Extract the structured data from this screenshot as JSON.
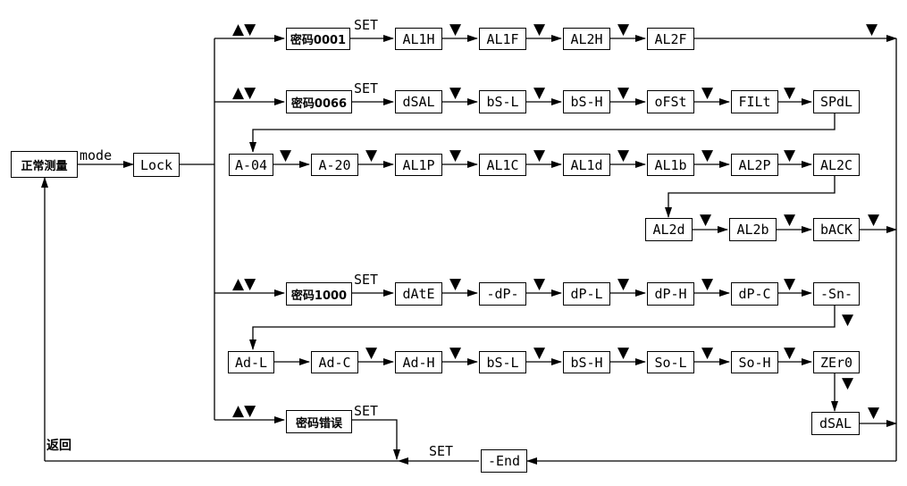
{
  "keys": {
    "updown": "▲▼",
    "down": "▼",
    "set": "SET"
  },
  "labels": {
    "mode": "mode",
    "return": "返回",
    "set_end": "SET"
  },
  "boxes": {
    "normal": "正常测量",
    "lock": "Lock",
    "end": "-End",
    "row1": [
      "密码0001",
      "AL1H",
      "AL1F",
      "AL2H",
      "AL2F"
    ],
    "row2": [
      "密码0066",
      "dSAL",
      "bS-L",
      "bS-H",
      "oFSt",
      "FILt",
      "SPdL"
    ],
    "row3": [
      "A-04",
      "A-20",
      "AL1P",
      "AL1C",
      "AL1d",
      "AL1b",
      "AL2P",
      "AL2C"
    ],
    "row4": [
      "AL2d",
      "AL2b",
      "bACK"
    ],
    "row5": [
      "密码1000",
      "dAtE",
      "-dP-",
      "dP-L",
      "dP-H",
      "dP-C",
      "-Sn-"
    ],
    "row6": [
      "Ad-L",
      "Ad-C",
      "Ad-H",
      "bS-L",
      "bS-H",
      "So-L",
      "So-H",
      "ZEr0"
    ],
    "row7": [
      "密码错误"
    ],
    "row8": [
      "dSAL"
    ]
  }
}
